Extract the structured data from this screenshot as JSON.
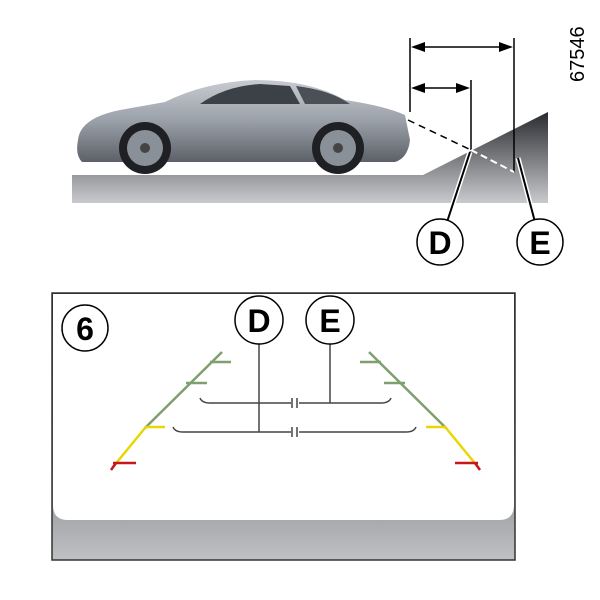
{
  "figure_id": "67546",
  "top_view": {
    "label_d": "D",
    "label_e": "E"
  },
  "screen_view": {
    "number": "6",
    "label_d": "D",
    "label_e": "E"
  },
  "colors": {
    "guide_green": "#7f9f6e",
    "guide_yellow": "#e6d800",
    "guide_red": "#c8161d",
    "ground": "#3a3b40",
    "car_body": "#9aa0a8"
  }
}
